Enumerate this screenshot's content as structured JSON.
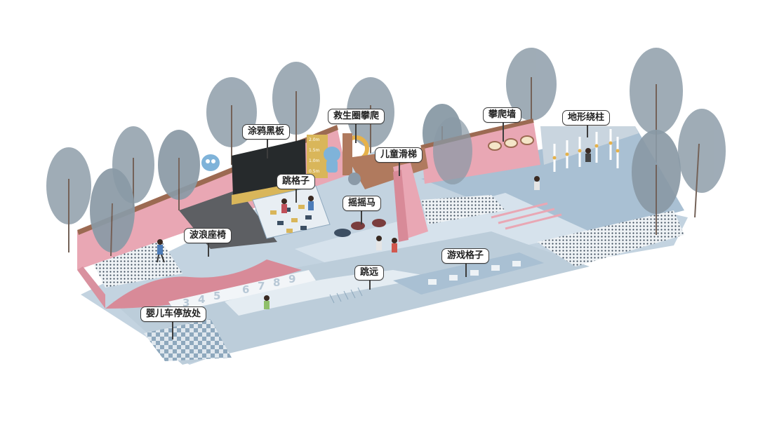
{
  "labels": {
    "graffiti_board": "涂鸦黑板",
    "ring_climb": "救生圈攀爬",
    "climb_wall": "攀爬墙",
    "ground_pillars": "地形绕柱",
    "kids_slide": "儿童滑梯",
    "hopscotch_top": "跳格子",
    "rocking_horse": "摇摇马",
    "wave_bench": "波浪座椅",
    "game_grid": "游戏格子",
    "long_jump": "跳远",
    "stroller_parking": "婴儿车停放处"
  },
  "board_scale": [
    "2.0m",
    "1.5m",
    "1.0m",
    "0.5m"
  ],
  "number_track": [
    "3",
    "4",
    "5",
    "6",
    "7",
    "8",
    "9"
  ],
  "colors": {
    "pink_wall": "#e9a7b4",
    "brown_trim": "#9c6a52",
    "floor_blue": "#a9c0d3",
    "floor_light": "#d6e2ec",
    "tree_grey": "#8a9aa6",
    "blackboard": "#262a2c",
    "mustard": "#d9b65a"
  }
}
